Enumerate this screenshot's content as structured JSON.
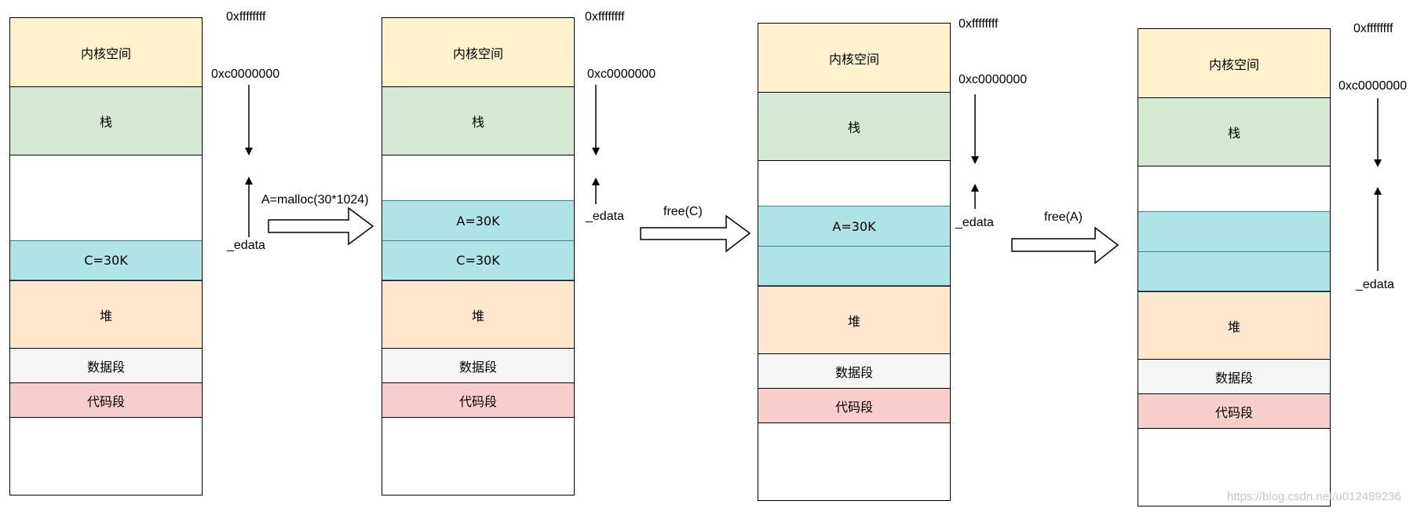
{
  "colors": {
    "kernel": "#fff2cc",
    "stack": "#d5e8d4",
    "teal": "#b0e3e6",
    "heap": "#ffe6cc",
    "data": "#f5f5f5",
    "code": "#f8cecc"
  },
  "diagrams": [
    {
      "top": "0xffffffff",
      "mid": "0xc0000000",
      "edata": "_edata",
      "kernel": "内核空间",
      "stack": "栈",
      "block_a": "",
      "block_c": "C=30K",
      "heap": "堆",
      "data": "数据段",
      "code": "代码段"
    },
    {
      "top": "0xffffffff",
      "mid": "0xc0000000",
      "edata": "_edata",
      "kernel": "内核空间",
      "stack": "栈",
      "block_a": "A=30K",
      "block_c": "C=30K",
      "heap": "堆",
      "data": "数据段",
      "code": "代码段"
    },
    {
      "top": "0xffffffff",
      "mid": "0xc0000000",
      "edata": "_edata",
      "kernel": "内核空间",
      "stack": "栈",
      "block_a": "A=30K",
      "block_c": "",
      "heap": "堆",
      "data": "数据段",
      "code": "代码段"
    },
    {
      "top": "0xffffffff",
      "mid": "0xc0000000",
      "edata": "_edata",
      "kernel": "内核空间",
      "stack": "栈",
      "block_a": "",
      "block_c": "",
      "heap": "堆",
      "data": "数据段",
      "code": "代码段"
    }
  ],
  "transitions": [
    "A=malloc(30*1024)",
    "free(C)",
    "free(A)"
  ],
  "watermark": "https://blog.csdn.net/u012489236"
}
